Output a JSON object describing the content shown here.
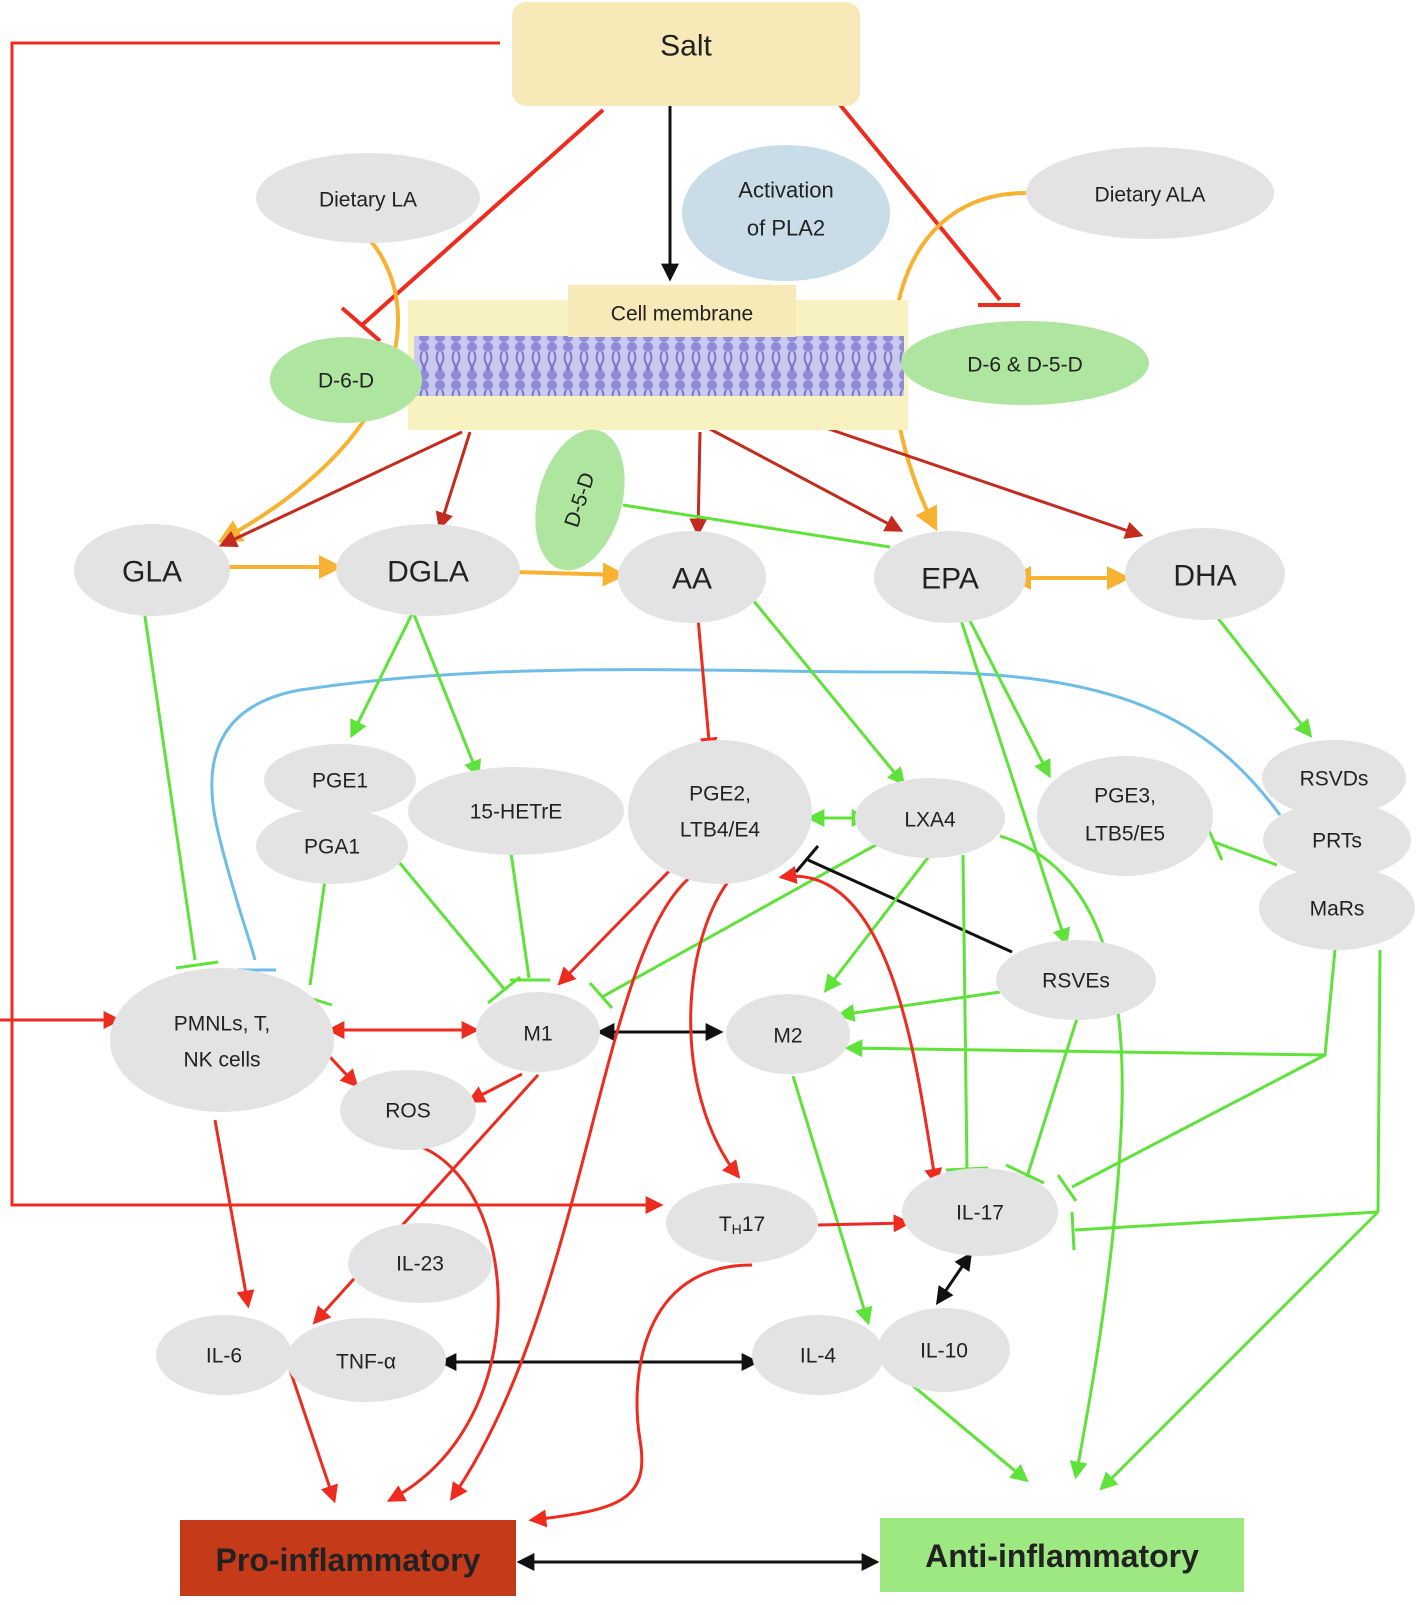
{
  "top": {
    "salt": "Salt",
    "pla2_line1": "Activation",
    "pla2_line2": "of PLA2",
    "cell_membrane": "Cell membrane"
  },
  "inputs": {
    "dietary_la": "Dietary LA",
    "dietary_ala": "Dietary ALA"
  },
  "enzymes": {
    "d6d": "D-6-D",
    "d6_d5d": "D-6 & D-5-D",
    "d5d": "D-5-D"
  },
  "fatty_acids": {
    "gla": "GLA",
    "dgla": "DGLA",
    "aa": "AA",
    "epa": "EPA",
    "dha": "DHA"
  },
  "mediators": {
    "pge1": "PGE1",
    "pga1": "PGA1",
    "hetre": "15-HETrE",
    "pge2_line1": "PGE2,",
    "pge2_line2": "LTB4/E4",
    "lxa4": "LXA4",
    "pge3_line1": "PGE3,",
    "pge3_line2": "LTB5/E5",
    "rsvds": "RSVDs",
    "prts": "PRTs",
    "mars": "MaRs",
    "rsves": "RSVEs"
  },
  "cells": {
    "pmnl_line1": "PMNLs, T,",
    "pmnl_line2": "NK cells",
    "m1": "M1",
    "m2": "M2",
    "ros": "ROS",
    "th17_main": "T",
    "th17_sub": "H",
    "th17_tail": "17"
  },
  "cytokines": {
    "il17": "IL-17",
    "il23": "IL-23",
    "il6": "IL-6",
    "tnf": "TNF-α",
    "il4": "IL-4",
    "il10": "IL-10"
  },
  "outcomes": {
    "pro": "Pro-inflammatory",
    "anti": "Anti-inflammatory"
  },
  "colors": {
    "salt_box": "#f8e9b8",
    "pla2": "#c9dde8",
    "enzyme": "#aee6a0",
    "node": "#e3e3e3",
    "membrane_bg": "#f8f2c0",
    "membrane_lipid": "#a8a6e0",
    "red": "#ee2b1f",
    "darkred": "#c42b1f",
    "green": "#5fe23a",
    "orange": "#f7b232",
    "blue": "#6fbde6",
    "black": "#111111",
    "pro_box": "#c53a19",
    "anti_box": "#9ee882"
  }
}
